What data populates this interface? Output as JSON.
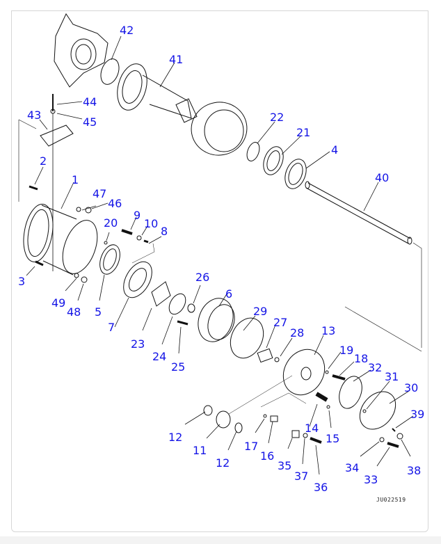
{
  "diagram": {
    "reference_code": "JU022519",
    "callout_color": "#1414e6",
    "line_color": "#111111",
    "callouts": [
      {
        "id": "c42",
        "label": "42"
      },
      {
        "id": "c41",
        "label": "41"
      },
      {
        "id": "c44",
        "label": "44"
      },
      {
        "id": "c45",
        "label": "45"
      },
      {
        "id": "c43",
        "label": "43"
      },
      {
        "id": "c22",
        "label": "22"
      },
      {
        "id": "c21",
        "label": "21"
      },
      {
        "id": "c4",
        "label": "4"
      },
      {
        "id": "c40",
        "label": "40"
      },
      {
        "id": "c2",
        "label": "2"
      },
      {
        "id": "c1",
        "label": "1"
      },
      {
        "id": "c47",
        "label": "47"
      },
      {
        "id": "c46",
        "label": "46"
      },
      {
        "id": "c9",
        "label": "9"
      },
      {
        "id": "c10",
        "label": "10"
      },
      {
        "id": "c8",
        "label": "8"
      },
      {
        "id": "c20",
        "label": "20"
      },
      {
        "id": "c3",
        "label": "3"
      },
      {
        "id": "c49",
        "label": "49"
      },
      {
        "id": "c48",
        "label": "48"
      },
      {
        "id": "c5",
        "label": "5"
      },
      {
        "id": "c7",
        "label": "7"
      },
      {
        "id": "c26",
        "label": "26"
      },
      {
        "id": "c6",
        "label": "6"
      },
      {
        "id": "c23",
        "label": "23"
      },
      {
        "id": "c24",
        "label": "24"
      },
      {
        "id": "c25",
        "label": "25"
      },
      {
        "id": "c29",
        "label": "29"
      },
      {
        "id": "c27",
        "label": "27"
      },
      {
        "id": "c28",
        "label": "28"
      },
      {
        "id": "c13",
        "label": "13"
      },
      {
        "id": "c19",
        "label": "19"
      },
      {
        "id": "c18",
        "label": "18"
      },
      {
        "id": "c32",
        "label": "32"
      },
      {
        "id": "c31",
        "label": "31"
      },
      {
        "id": "c30",
        "label": "30"
      },
      {
        "id": "c39",
        "label": "39"
      },
      {
        "id": "c12a",
        "label": "12"
      },
      {
        "id": "c11",
        "label": "11"
      },
      {
        "id": "c12b",
        "label": "12"
      },
      {
        "id": "c17",
        "label": "17"
      },
      {
        "id": "c16",
        "label": "16"
      },
      {
        "id": "c14",
        "label": "14"
      },
      {
        "id": "c15",
        "label": "15"
      },
      {
        "id": "c35",
        "label": "35"
      },
      {
        "id": "c37",
        "label": "37"
      },
      {
        "id": "c36",
        "label": "36"
      },
      {
        "id": "c34",
        "label": "34"
      },
      {
        "id": "c33",
        "label": "33"
      },
      {
        "id": "c38",
        "label": "38"
      }
    ]
  }
}
